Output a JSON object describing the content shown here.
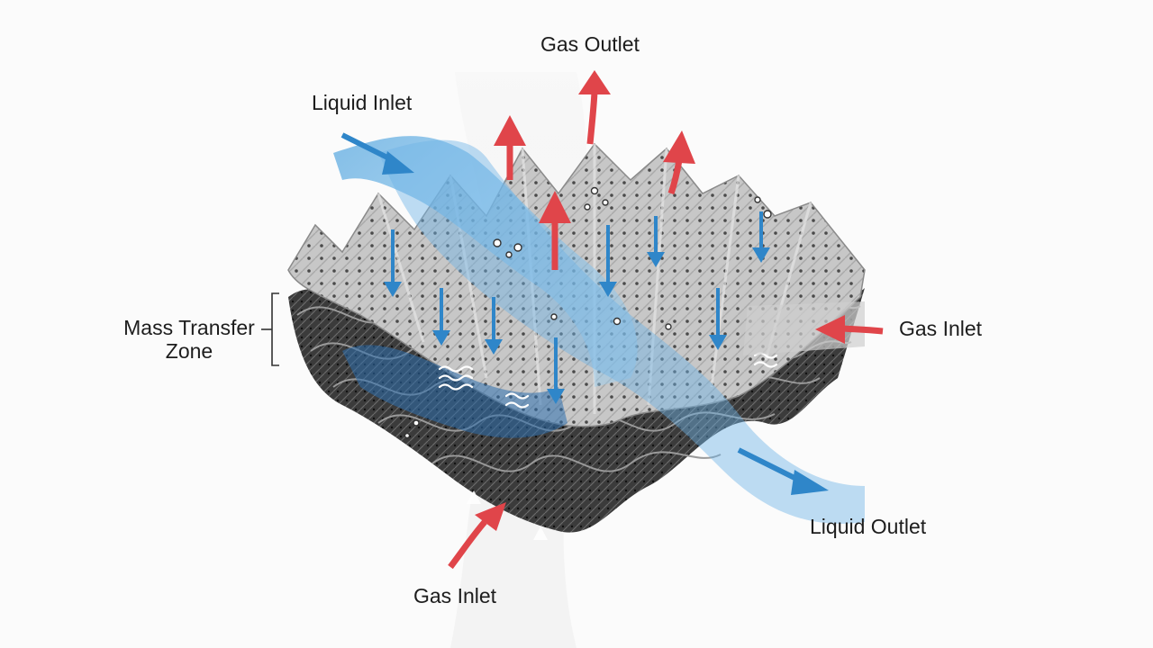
{
  "labels": {
    "gas_outlet": "Gas Outlet",
    "liquid_inlet": "Liquid Inlet",
    "mass_transfer_line1": "Mass Transfer",
    "mass_transfer_line2": "Zone",
    "gas_inlet_right": "Gas Inlet",
    "liquid_outlet": "Liquid Outlet",
    "gas_inlet_bottom": "Gas Inlet"
  },
  "colors": {
    "gas_arrow": "#e0454a",
    "liquid_arrow": "#2f86c9",
    "liquid_stream": "#8fc3e8",
    "packing_light": "#c9c9c9",
    "packing_dark": "#3a3a3a",
    "background": "#fbfbfb"
  }
}
